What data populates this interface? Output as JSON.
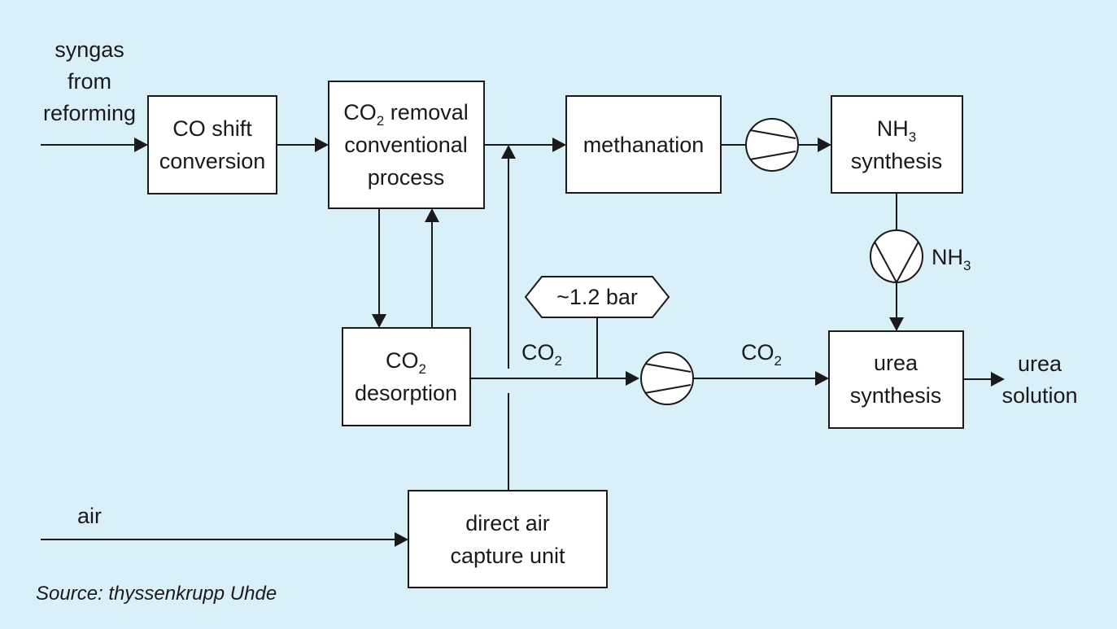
{
  "inputs": {
    "syngas": [
      "syngas",
      "from",
      "reforming"
    ],
    "air": "air"
  },
  "boxes": {
    "co_shift": [
      "CO shift",
      "conversion"
    ],
    "co2_removal": {
      "co_prefix": "CO",
      "sub": "2",
      "rest": " removal",
      "line2": "conventional",
      "line3": "process"
    },
    "methanation": "methanation",
    "nh3_synthesis": {
      "prefix": "NH",
      "sub": "3",
      "line2": "synthesis"
    },
    "co2_desorption": {
      "prefix": "CO",
      "sub": "2",
      "line2": "desorption"
    },
    "urea_synthesis": [
      "urea",
      "synthesis"
    ],
    "dac_unit": [
      "direct air",
      "capture unit"
    ]
  },
  "labels": {
    "pressure": "~1.2 bar",
    "co2_prefix": "CO",
    "co2_sub": "2",
    "nh3_prefix": "NH",
    "nh3_sub": "3"
  },
  "output": [
    "urea",
    "solution"
  ],
  "source": "Source: thyssenkrupp Uhde"
}
